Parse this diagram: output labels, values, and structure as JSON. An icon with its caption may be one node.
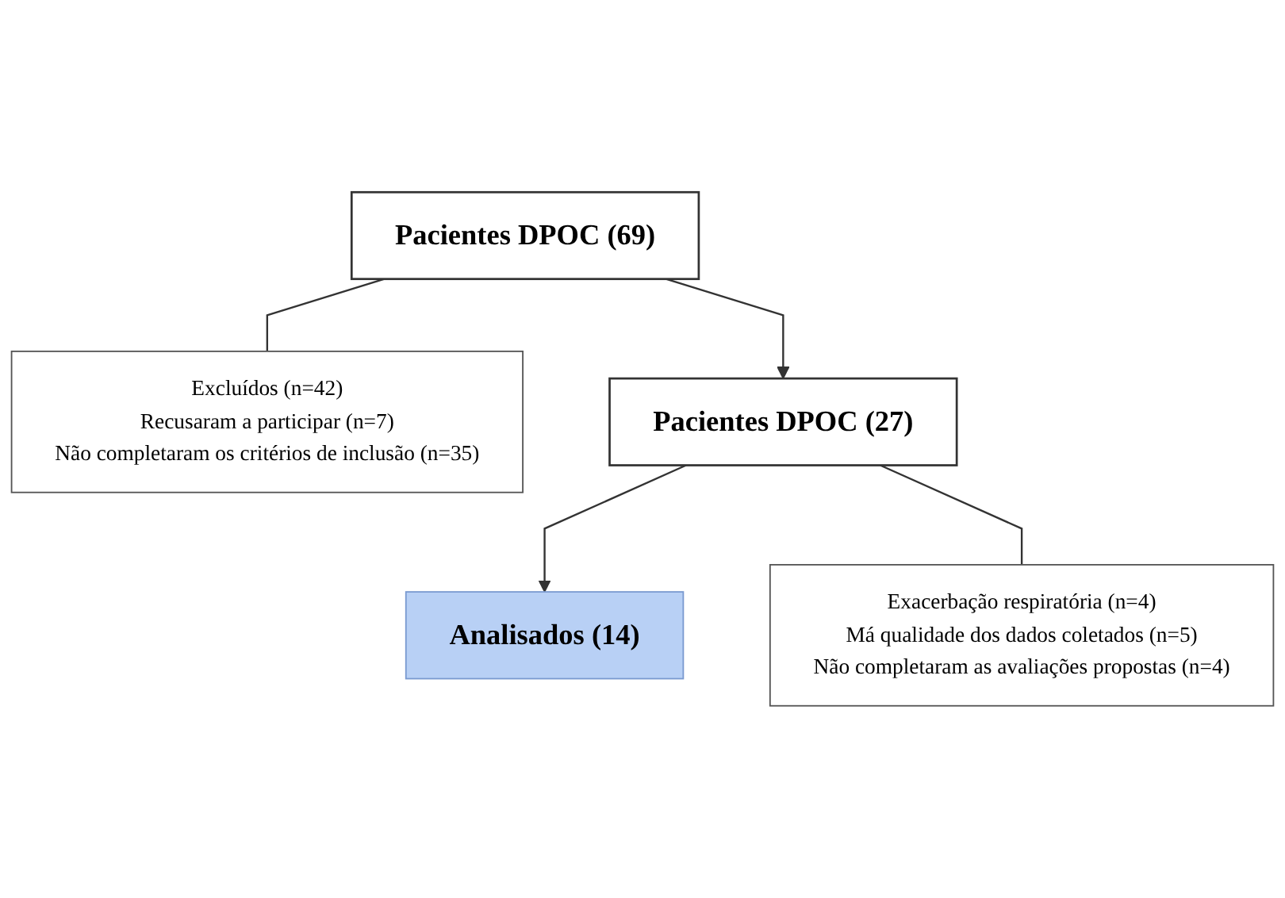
{
  "diagram": {
    "nodes": [
      {
        "text": [
          "Pacientes DPOC (69)"
        ]
      },
      {
        "text": [
          "Excluídos (n=42)",
          "Recusaram a participar (n=7)",
          "Não completaram os critérios de inclusão (n=35)"
        ]
      },
      {
        "text": [
          "Pacientes DPOC (27)"
        ]
      },
      {
        "text": [
          "Exacerbação respiratória (n=4)",
          "Má qualidade dos dados coletados (n=5)",
          "Não completaram as avaliações propostas (n=4)"
        ]
      },
      {
        "text": [
          "Analisados (14)"
        ]
      }
    ],
    "edges": [
      {
        "from": 0,
        "to": 2,
        "arrow": "to"
      },
      {
        "from": 0,
        "to": 1,
        "arrow": "none"
      },
      {
        "from": 2,
        "to": 4,
        "arrow": "to"
      },
      {
        "from": 2,
        "to": 3,
        "arrow": "none"
      }
    ]
  }
}
